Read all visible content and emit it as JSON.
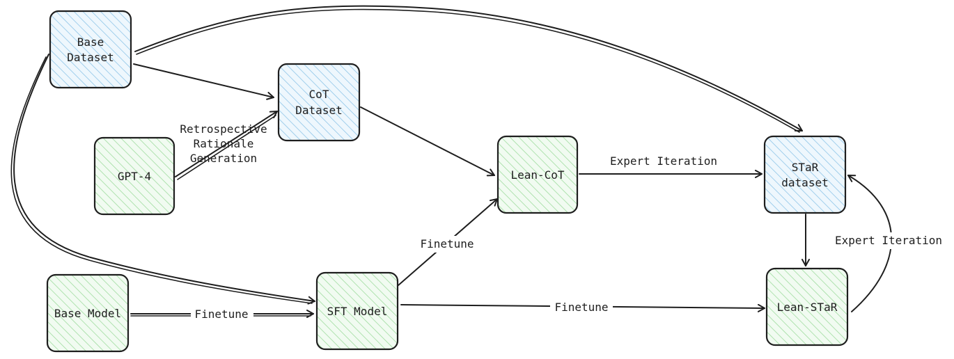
{
  "nodes": {
    "base_dataset": {
      "lines": [
        "Base",
        "Dataset"
      ],
      "kind": "dataset"
    },
    "cot_dataset": {
      "lines": [
        "CoT",
        "Dataset"
      ],
      "kind": "dataset"
    },
    "gpt4": {
      "lines": [
        "GPT-4"
      ],
      "kind": "model"
    },
    "lean_cot": {
      "lines": [
        "Lean-CoT"
      ],
      "kind": "model"
    },
    "star_dataset": {
      "lines": [
        "STaR",
        "dataset"
      ],
      "kind": "dataset"
    },
    "base_model": {
      "lines": [
        "Base Model"
      ],
      "kind": "model"
    },
    "sft_model": {
      "lines": [
        "SFT Model"
      ],
      "kind": "model"
    },
    "lean_star": {
      "lines": [
        "Lean-STaR"
      ],
      "kind": "model"
    }
  },
  "edge_labels": {
    "retrospective": [
      "Retrospective",
      "Rationale",
      "Generation"
    ],
    "expert_iteration_top": "Expert Iteration",
    "finetune_sft_to_leancot": "Finetune",
    "finetune_base_to_sft": "Finetune",
    "finetune_sft_to_leanstar": "Finetune",
    "expert_iteration_right": "Expert Iteration"
  },
  "colors": {
    "dataset_hatch": "#8ec5e8",
    "dataset_fill": "#eef7fd",
    "model_hatch": "#9fdc9f",
    "model_fill": "#f1fbf1",
    "stroke": "#1e1e1e"
  }
}
